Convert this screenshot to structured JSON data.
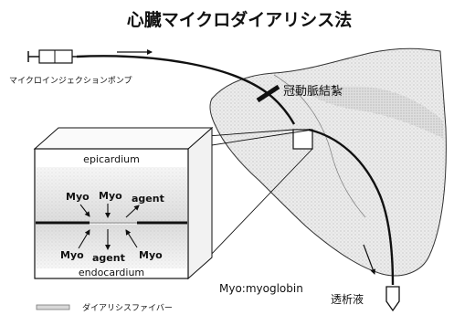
{
  "title": "心臓マイクロダイアリシス法",
  "labels": {
    "pump": "マイクロインジェクションポンプ",
    "ligation": "冠動脈結紮",
    "epicardium": "epicardium",
    "endocardium": "endocardium",
    "myo_top_left": "Myo",
    "myo_top_center": "Myo",
    "agent_top_right": "agent",
    "myo_bottom_left": "Myo",
    "agent_bottom_center": "agent",
    "myo_bottom_right": "Myo",
    "myo_definition": "Myo:myoglobin",
    "dialysate": "透析液",
    "legend_fiber": "ダイアリシスファイバー"
  },
  "colors": {
    "line": "#111111",
    "heart_fill": "#e6e6e6",
    "tissue_fill": "#d6d6d6",
    "fiber_legend": "#bcbcbc"
  }
}
